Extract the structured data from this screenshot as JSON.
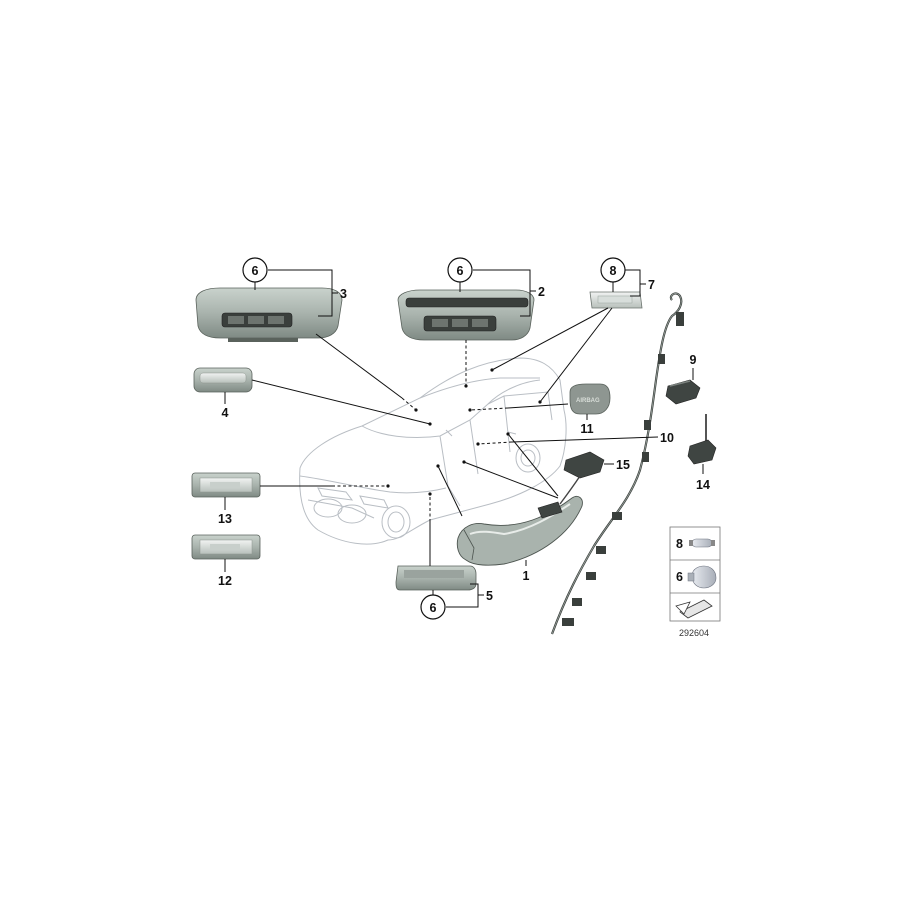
{
  "diagram": {
    "reference_number": "292604",
    "labels": {
      "p1": "1",
      "p2": "2",
      "p3": "3",
      "p4": "4",
      "p5": "5",
      "p6a": "6",
      "p6b": "6",
      "p6c": "6",
      "p6d": "6",
      "p7": "7",
      "p8a": "8",
      "p8b": "8",
      "p9": "9",
      "p10": "10",
      "p11": "11",
      "p12": "12",
      "p13": "13",
      "p14": "14",
      "p15": "15"
    },
    "airbag_text": "AIRBAG"
  }
}
